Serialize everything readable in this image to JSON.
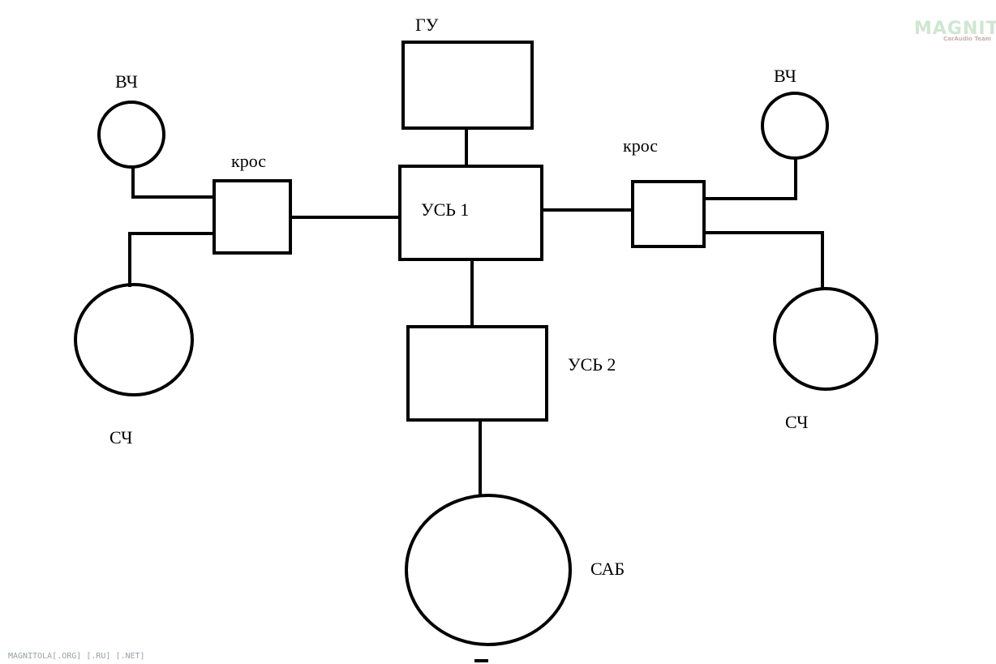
{
  "colors": {
    "stroke": "#000000",
    "background": "#ffffff",
    "watermark_green": "#cfe6cf",
    "watermark_red": "#c8b0b0",
    "watermark_gray": "#9aa0a6"
  },
  "labels": {
    "head_unit": "ГУ",
    "amp1": "УСЬ 1",
    "amp2": "УСЬ 2",
    "cross_left": "крос",
    "cross_right": "крос",
    "tweeter_left": "ВЧ",
    "tweeter_right": "ВЧ",
    "mid_left": "СЧ",
    "mid_right": "СЧ",
    "sub": "САБ"
  },
  "watermark": {
    "logo_text": "MAGNITOLA",
    "logo_sub": "CarAudio Team",
    "bottom_text": "MAGNITOLA[.ORG] [.RU] [.NET]"
  }
}
